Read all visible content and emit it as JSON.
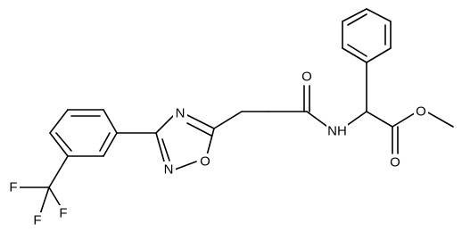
{
  "molecule": {
    "atom_labels": {
      "o_ketone": "O",
      "nh": "NH",
      "o_ester_top": "O",
      "o_ester_bottom": "O",
      "n_ring_top": "N",
      "n_ring_bottom": "N",
      "o_ring": "O",
      "f1": "F",
      "f2": "F",
      "f3": "F"
    }
  }
}
